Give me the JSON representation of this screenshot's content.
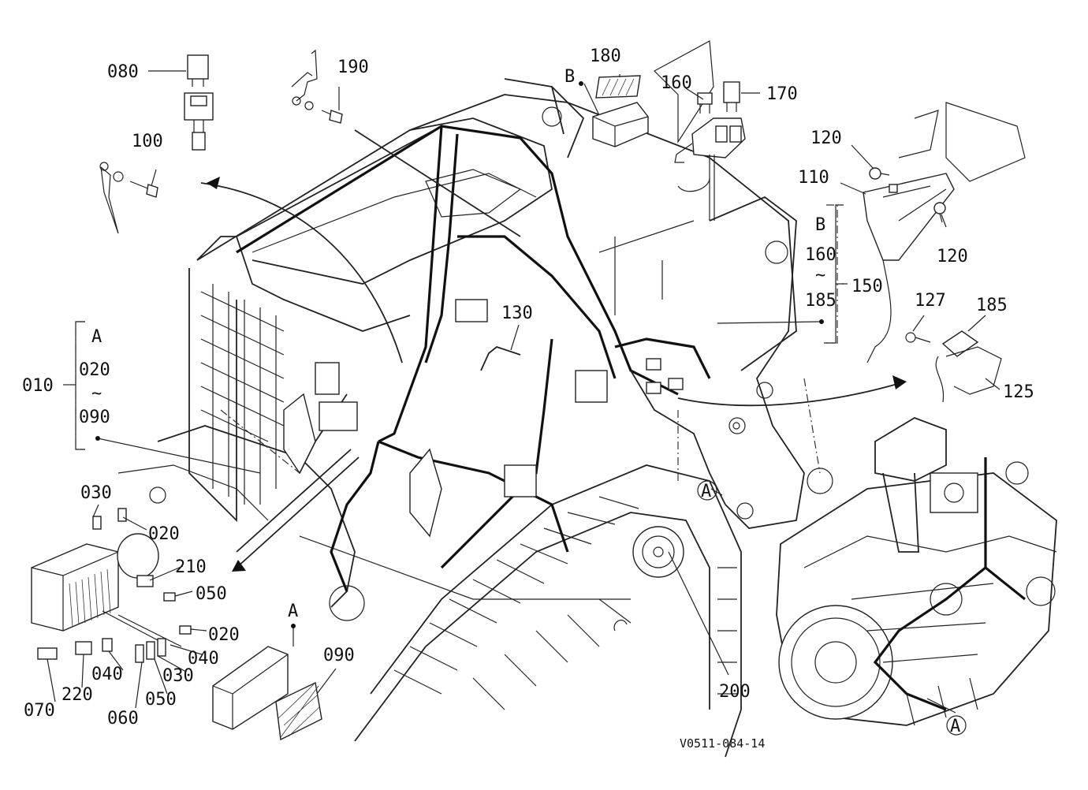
{
  "callouts": {
    "c080": "080",
    "c190": "190",
    "c180": "180",
    "c160": "160",
    "c170": "170",
    "c100": "100",
    "cB1": "B",
    "c120a": "120",
    "c110": "110",
    "c120b": "120",
    "cB2": "B",
    "c160b": "160",
    "ctilde2": "~",
    "c185b": "185",
    "c150": "150",
    "c127": "127",
    "c185": "185",
    "c125": "125",
    "c130": "130",
    "cA1": "A",
    "c020a": "020",
    "ctilde1": "~",
    "c090a": "090",
    "c010": "010",
    "c030a": "030",
    "c020b": "020",
    "c210": "210",
    "c050a": "050",
    "c020c": "020",
    "c040a": "040",
    "c040b": "040",
    "c030b": "030",
    "c050b": "050",
    "c060": "060",
    "c220": "220",
    "c070": "070",
    "cA2": "A",
    "c090b": "090",
    "c200": "200",
    "cA3": "A",
    "cA4": "A",
    "code": "V0511-084-14"
  }
}
